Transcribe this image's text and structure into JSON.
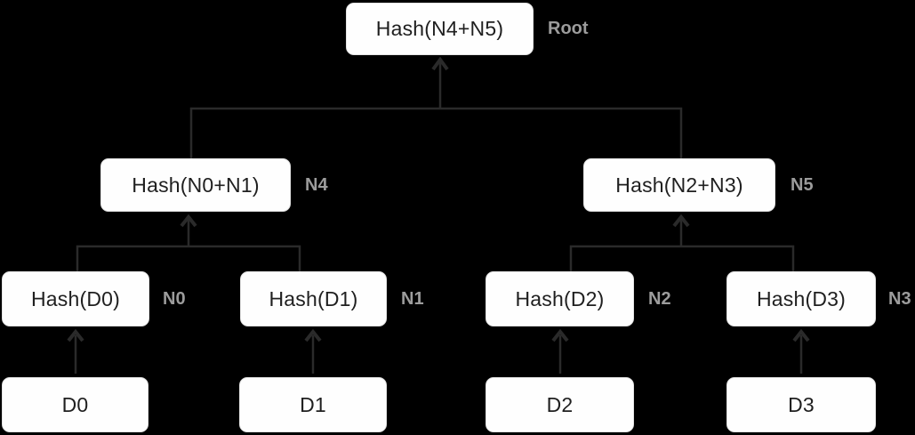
{
  "nodes": {
    "root": {
      "text": "Hash(N4+N5)",
      "label": "Root"
    },
    "n4": {
      "text": "Hash(N0+N1)",
      "label": "N4"
    },
    "n5": {
      "text": "Hash(N2+N3)",
      "label": "N5"
    },
    "n0": {
      "text": "Hash(D0)",
      "label": "N0"
    },
    "n1": {
      "text": "Hash(D1)",
      "label": "N1"
    },
    "n2": {
      "text": "Hash(D2)",
      "label": "N2"
    },
    "n3": {
      "text": "Hash(D3)",
      "label": "N3"
    },
    "d0": {
      "text": "D0"
    },
    "d1": {
      "text": "D1"
    },
    "d2": {
      "text": "D2"
    },
    "d3": {
      "text": "D3"
    }
  },
  "edges": [
    {
      "from": "d0",
      "to": "n0"
    },
    {
      "from": "d1",
      "to": "n1"
    },
    {
      "from": "d2",
      "to": "n2"
    },
    {
      "from": "d3",
      "to": "n3"
    },
    {
      "from": "n0",
      "to": "n4"
    },
    {
      "from": "n1",
      "to": "n4"
    },
    {
      "from": "n2",
      "to": "n5"
    },
    {
      "from": "n3",
      "to": "n5"
    },
    {
      "from": "n4",
      "to": "root"
    },
    {
      "from": "n5",
      "to": "root"
    }
  ],
  "colors": {
    "background": "#000000",
    "box_fill": "#fefefe",
    "box_border": "#e3e3e3",
    "box_text": "#1f1f1f",
    "label_text": "#9c9c9c",
    "line": "#2a2a2a"
  }
}
